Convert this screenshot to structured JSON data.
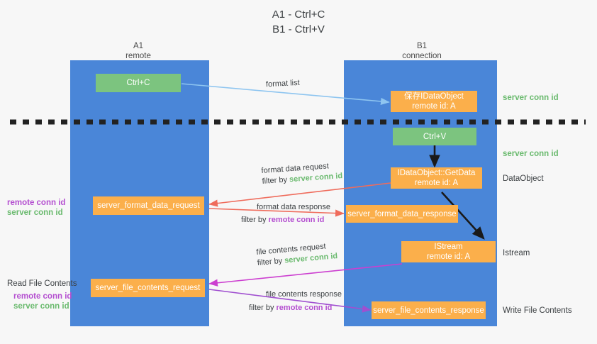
{
  "title": "A1 - Ctrl+C\nB1 - Ctrl+V",
  "columns": [
    {
      "name": "A1",
      "sub": "remote",
      "header": "A1\nremote"
    },
    {
      "name": "B1",
      "sub": "connection",
      "header": "B1\nconnection"
    }
  ],
  "nodes": {
    "ctrl_c": "Ctrl+C",
    "ctrl_v": "Ctrl+V",
    "save_idataobject": "保存IDataObject\nremote id: A",
    "idataobject_getdata": "IDataObject::GetData\nremote id: A",
    "istream": "IStream\nremote id: A",
    "server_format_data_request": "server_format_data_request",
    "server_format_data_response": "server_format_data_response",
    "server_file_contents_request": "server_file_contents_request",
    "server_file_contents_response": "server_file_contents_response"
  },
  "edges": [
    {
      "id": "format-list",
      "label": "format list",
      "filter_prefix": "",
      "filter_term": "",
      "filter_kind": ""
    },
    {
      "id": "format-data-request",
      "label": "format data request",
      "filter_prefix": "filter by ",
      "filter_term": "server conn id",
      "filter_kind": "green"
    },
    {
      "id": "format-data-response",
      "label": "format data response",
      "filter_prefix": "filter by ",
      "filter_term": "remote conn id",
      "filter_kind": "purple"
    },
    {
      "id": "file-contents-request",
      "label": "file contents request",
      "filter_prefix": "filter by ",
      "filter_term": "server conn id",
      "filter_kind": "green"
    },
    {
      "id": "file-contents-response",
      "label": "file contents response",
      "filter_prefix": "filter by ",
      "filter_term": "remote conn id",
      "filter_kind": "purple"
    }
  ],
  "annotations": {
    "right_server_conn_id_top": "server conn id",
    "right_server_conn_id_mid": "server conn id",
    "right_dataobject": "DataObject",
    "right_istream": "Istream",
    "right_write_file_contents": "Write File Contents",
    "left_remote_conn_id_1": "remote conn id",
    "left_server_conn_id_1": "server conn id",
    "left_read_file_contents": "Read File Contents",
    "left_remote_conn_id_2": "remote conn id",
    "left_server_conn_id_2": "server conn id"
  },
  "colors": {
    "lane": "#4a86d8",
    "node_orange": "#fbaf4b",
    "node_green": "#7cc47f",
    "green_text": "#6aba6e",
    "purple_text": "#b44fd0",
    "arrow_blue": "#8ec5f0",
    "arrow_red": "#ef6c5c",
    "arrow_magenta": "#cc3fd0",
    "arrow_purple": "#a04fd0",
    "arrow_dark": "#1a1a1a",
    "divider": "#222222",
    "background": "#f7f7f7"
  }
}
